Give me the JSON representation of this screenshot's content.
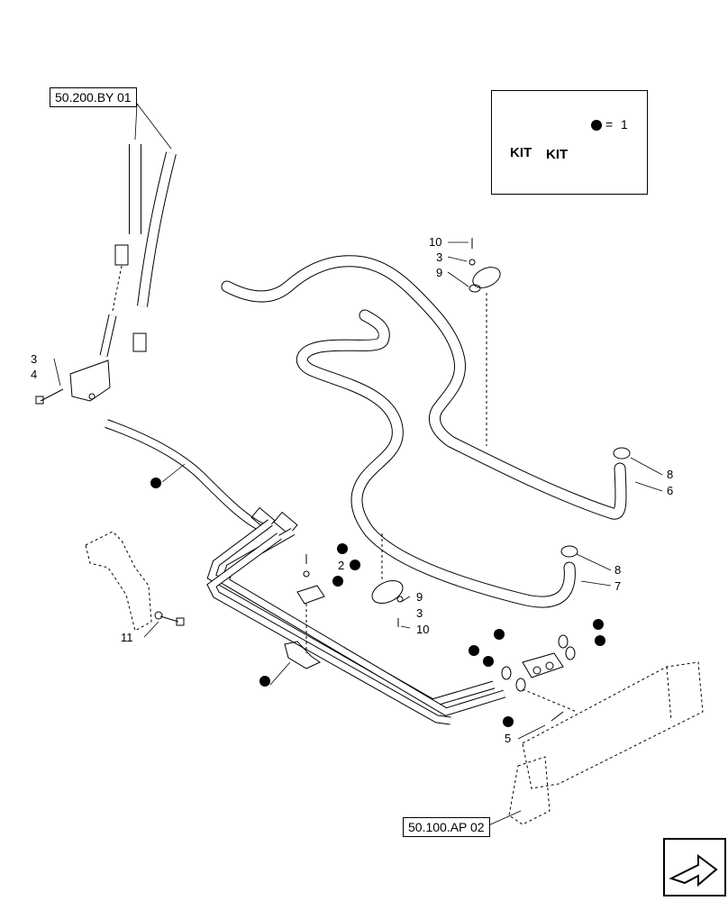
{
  "references": {
    "top": "50.200.BY 01",
    "bottom": "50.100.AP 02"
  },
  "kit": {
    "word": "KIT",
    "legend_equals": "=",
    "legend_value": "1"
  },
  "callouts": [
    {
      "id": "c10a",
      "label": "10"
    },
    {
      "id": "c3a",
      "label": "3"
    },
    {
      "id": "c9a",
      "label": "9"
    },
    {
      "id": "c3b",
      "label": "3"
    },
    {
      "id": "c4",
      "label": "4"
    },
    {
      "id": "c8a",
      "label": "8"
    },
    {
      "id": "c6",
      "label": "6"
    },
    {
      "id": "c2",
      "label": "2"
    },
    {
      "id": "c8b",
      "label": "8"
    },
    {
      "id": "c7",
      "label": "7"
    },
    {
      "id": "c9b",
      "label": "9"
    },
    {
      "id": "c3c",
      "label": "3"
    },
    {
      "id": "c10b",
      "label": "10"
    },
    {
      "id": "c11",
      "label": "11"
    },
    {
      "id": "c5",
      "label": "5"
    }
  ]
}
